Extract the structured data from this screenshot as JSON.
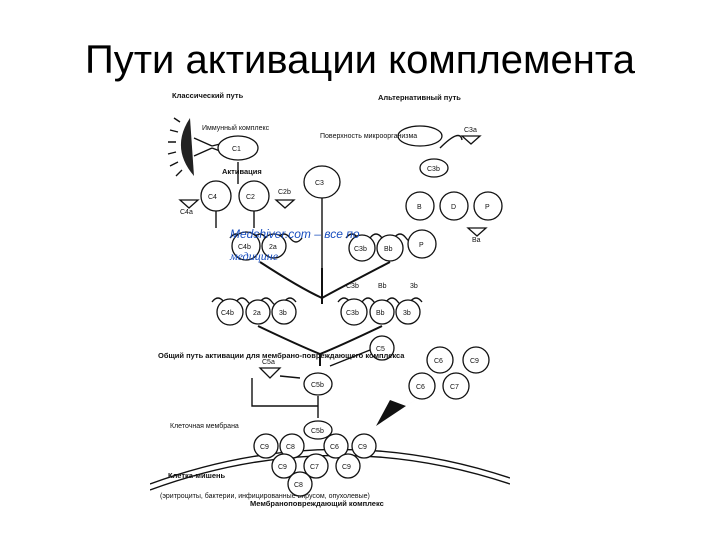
{
  "slide": {
    "title": "Пути активации комплемента"
  },
  "diagram": {
    "classical_pathway": "Классический путь",
    "alternative_pathway": "Альтернативный путь",
    "immune_complex": "Иммунный комплекс",
    "microbe_surface": "Поверхность микроорганизма",
    "activation": "Активация",
    "common_pathway": "Общий путь активации для мембрано-повреждающего комплекса",
    "cell_membrane": "Клеточная мембрана",
    "target_cell": "Клетка-мишень",
    "target_cell_examples": "(эритроциты, бактерии, инфицированные вирусом, опухолевые)",
    "mac": "Мембраноповреждающий комплекс",
    "nodes": {
      "c1": "C1",
      "c4": "C4",
      "c2": "C2",
      "c4a": "C4a",
      "c2b": "C2b",
      "c4b": "C4b",
      "c2a": "2a",
      "c3": "C3",
      "c3a": "C3a",
      "c3b_top": "C3b",
      "b": "B",
      "d": "D",
      "p": "P",
      "ba": "Ba",
      "c3b": "C3b",
      "bb": "Bb",
      "p2": "P",
      "r1_c3b": "C3b",
      "r1_bb": "Bb",
      "r1_3b": "3b",
      "r2_c4b": "C4b",
      "r2_2a": "2a",
      "r2_3b": "3b",
      "r2_c3b": "C3b",
      "r2_bb": "Bb",
      "r2_3b2": "3b",
      "c5": "C5",
      "c5a": "C5a",
      "c5b": "C5b",
      "c6": "C6",
      "c9": "C9",
      "c6b": "C6",
      "c7": "C7",
      "m_c5b": "C5b",
      "m_c9a": "C9",
      "m_c8": "C8",
      "m_c6": "C6",
      "m_c9b": "C9",
      "m_c9c": "C9",
      "m_c7": "C7",
      "m_c9d": "C9",
      "m_c8b": "C8"
    },
    "watermark_line1": "Medshiver.com – все по",
    "watermark_line2": "медицине"
  }
}
